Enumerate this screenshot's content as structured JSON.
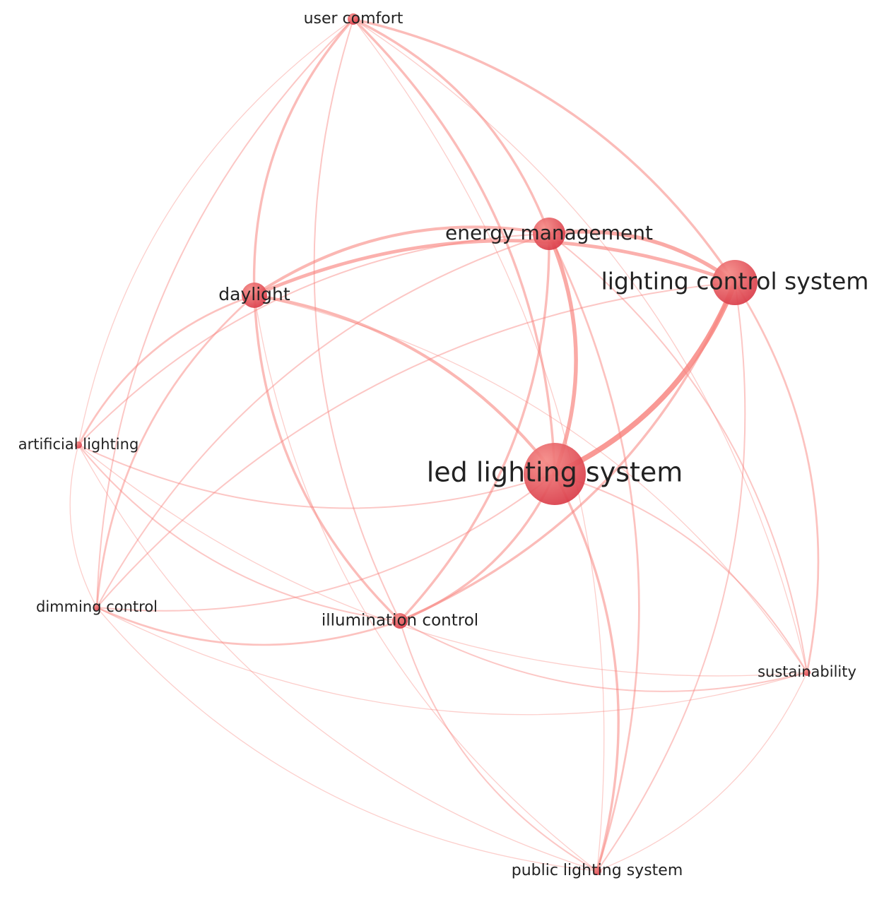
{
  "diagram": {
    "type": "keyword-co-occurrence-network",
    "colors": {
      "edge": "#f8807a",
      "node_fill": "#e8454f",
      "node_highlight": "#f37a7a",
      "label": "#222222"
    },
    "nodes": [
      {
        "id": "led",
        "label": "led lighting system",
        "weight": 10
      },
      {
        "id": "lcs",
        "label": "lighting control system",
        "weight": 8
      },
      {
        "id": "energy",
        "label": "energy management",
        "weight": 6
      },
      {
        "id": "daylight",
        "label": "daylight",
        "weight": 5
      },
      {
        "id": "user",
        "label": "user comfort",
        "weight": 3
      },
      {
        "id": "artificial",
        "label": "artificial lighting",
        "weight": 2
      },
      {
        "id": "dimming",
        "label": "dimming control",
        "weight": 2
      },
      {
        "id": "illum",
        "label": "illumination control",
        "weight": 3
      },
      {
        "id": "sustain",
        "label": "sustainability",
        "weight": 2
      },
      {
        "id": "public",
        "label": "public lighting system",
        "weight": 2
      }
    ],
    "edges": [
      {
        "source": "led",
        "target": "lcs",
        "strength": 10
      },
      {
        "source": "led",
        "target": "energy",
        "strength": 7
      },
      {
        "source": "energy",
        "target": "lcs",
        "strength": 7
      },
      {
        "source": "daylight",
        "target": "lcs",
        "strength": 6
      },
      {
        "source": "daylight",
        "target": "energy",
        "strength": 5
      },
      {
        "source": "daylight",
        "target": "led",
        "strength": 5
      },
      {
        "source": "user",
        "target": "lcs",
        "strength": 4
      },
      {
        "source": "user",
        "target": "energy",
        "strength": 4
      },
      {
        "source": "user",
        "target": "daylight",
        "strength": 4
      },
      {
        "source": "user",
        "target": "led",
        "strength": 4
      },
      {
        "source": "illum",
        "target": "lcs",
        "strength": 4
      },
      {
        "source": "illum",
        "target": "energy",
        "strength": 4
      },
      {
        "source": "illum",
        "target": "led",
        "strength": 4
      },
      {
        "source": "illum",
        "target": "daylight",
        "strength": 4
      },
      {
        "source": "dimming",
        "target": "daylight",
        "strength": 3
      },
      {
        "source": "dimming",
        "target": "illum",
        "strength": 3
      },
      {
        "source": "artificial",
        "target": "daylight",
        "strength": 3
      },
      {
        "source": "led",
        "target": "public",
        "strength": 4
      },
      {
        "source": "energy",
        "target": "public",
        "strength": 3
      },
      {
        "source": "lcs",
        "target": "sustain",
        "strength": 3
      },
      {
        "source": "led",
        "target": "sustain",
        "strength": 2
      },
      {
        "source": "lcs",
        "target": "public",
        "strength": 2
      },
      {
        "source": "user",
        "target": "artificial",
        "strength": 1
      },
      {
        "source": "user",
        "target": "dimming",
        "strength": 2
      },
      {
        "source": "user",
        "target": "illum",
        "strength": 2
      },
      {
        "source": "user",
        "target": "sustain",
        "strength": 1
      },
      {
        "source": "user",
        "target": "public",
        "strength": 1
      },
      {
        "source": "artificial",
        "target": "dimming",
        "strength": 1
      },
      {
        "source": "artificial",
        "target": "illum",
        "strength": 2
      },
      {
        "source": "artificial",
        "target": "led",
        "strength": 2
      },
      {
        "source": "artificial",
        "target": "energy",
        "strength": 2
      },
      {
        "source": "artificial",
        "target": "sustain",
        "strength": 1
      },
      {
        "source": "artificial",
        "target": "public",
        "strength": 1
      },
      {
        "source": "dimming",
        "target": "lcs",
        "strength": 2
      },
      {
        "source": "dimming",
        "target": "energy",
        "strength": 2
      },
      {
        "source": "dimming",
        "target": "led",
        "strength": 2
      },
      {
        "source": "dimming",
        "target": "sustain",
        "strength": 1
      },
      {
        "source": "dimming",
        "target": "public",
        "strength": 1
      },
      {
        "source": "illum",
        "target": "sustain",
        "strength": 2
      },
      {
        "source": "illum",
        "target": "public",
        "strength": 2
      },
      {
        "source": "daylight",
        "target": "sustain",
        "strength": 1
      },
      {
        "source": "daylight",
        "target": "public",
        "strength": 1
      },
      {
        "source": "energy",
        "target": "sustain",
        "strength": 2
      },
      {
        "source": "sustain",
        "target": "public",
        "strength": 1
      }
    ]
  }
}
